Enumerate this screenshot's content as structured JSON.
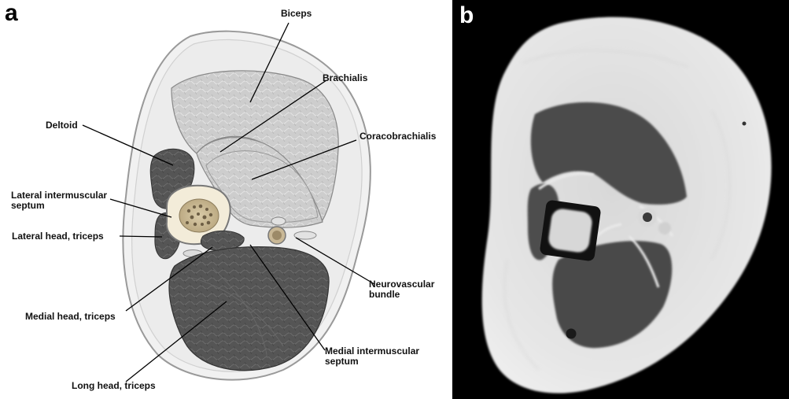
{
  "panel_a": {
    "letter": "a",
    "labels": {
      "biceps": "Biceps",
      "brachialis": "Brachialis",
      "deltoid": "Deltoid",
      "coracobrachialis": "Coracobrachialis",
      "lateral_septum_line1": "Lateral intermuscular",
      "lateral_septum_line2": "septum",
      "lateral_head": "Lateral head, triceps",
      "neurovascular_line1": "Neurovascular",
      "neurovascular_line2": "bundle",
      "medial_head": "Medial head, triceps",
      "medial_septum_line1": "Medial intermuscular",
      "medial_septum_line2": "septum",
      "long_head": "Long head, triceps"
    }
  },
  "panel_b": {
    "letter": "b"
  },
  "colors": {
    "muscle_light": "#cfcfcf",
    "muscle_dark": "#555555",
    "fat": "#ececec",
    "bone": "#e6dcc8",
    "mri_fat": "#e4e4e4",
    "mri_muscle": "#4a4a4a"
  }
}
